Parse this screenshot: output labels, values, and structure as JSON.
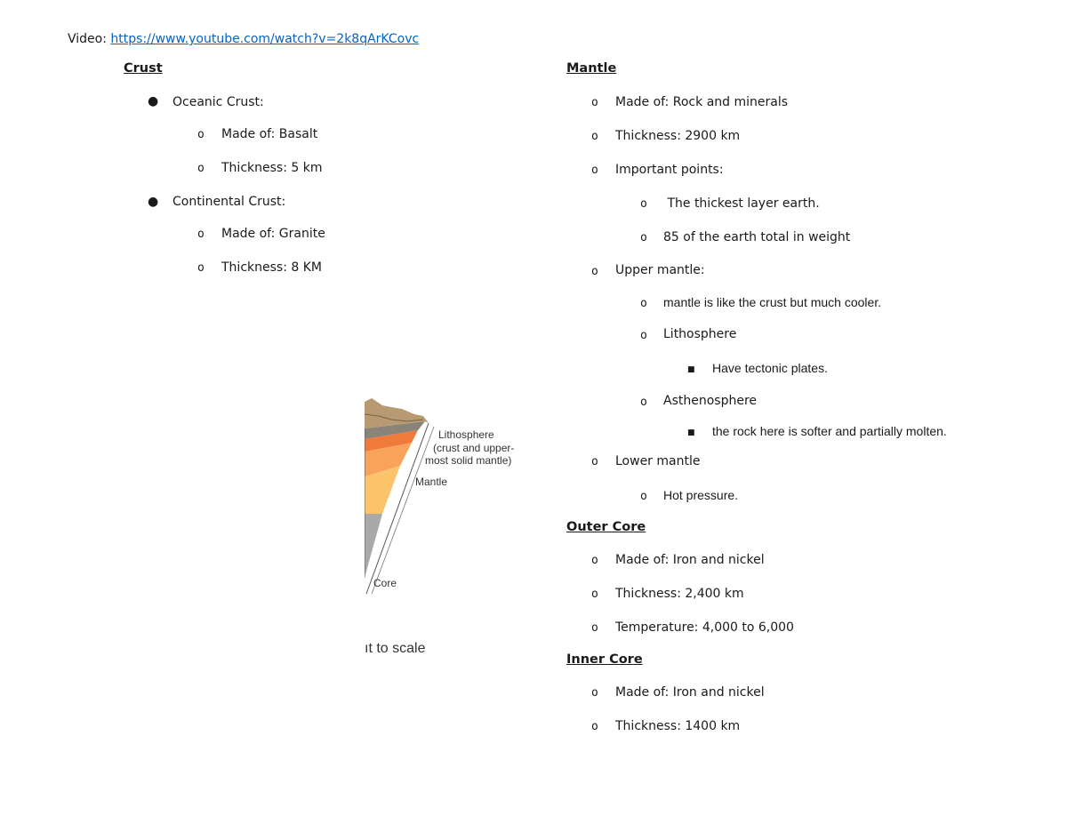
{
  "video": {
    "label": "Video:",
    "url": "https://www.youtube.com/watch?v=2k8qArKCovc"
  },
  "crust": {
    "heading": "Crust",
    "oceanic": {
      "label": "Oceanic Crust:",
      "made_of": "Made of: Basalt",
      "thickness": "Thickness: 5 km"
    },
    "continental": {
      "label": "Continental Crust:",
      "made_of": "Made of: Granite",
      "thickness": "Thickness: 8 KM"
    }
  },
  "mantle": {
    "heading": "Mantle",
    "made_of": "Made of: Rock and minerals",
    "thickness": "Thickness: 2900 km",
    "important_points": {
      "label": "Important points:",
      "items": [
        " The thickest layer earth.",
        "85 of the earth total in weight"
      ]
    },
    "upper_mantle": {
      "label": "Upper mantle:",
      "note": "mantle is like the crust but much cooler.",
      "lithosphere": {
        "label": "Lithosphere",
        "detail": "Have tectonic plates."
      },
      "asthenosphere": {
        "label": "Asthenosphere",
        "detail": "the rock here is softer and partially molten."
      }
    },
    "lower_mantle": {
      "label": "Lower mantle",
      "detail": "Hot pressure."
    }
  },
  "outer_core": {
    "heading": "Outer Core",
    "made_of": "Made of: Iron and nickel",
    "thickness": "Thickness: 2,400 km",
    "temperature": "Temperature: 4,000 to 6,000"
  },
  "inner_core": {
    "heading": "Inner Core",
    "made_of": "Made of: Iron and nickel",
    "thickness": "Thickness: 1400 km"
  },
  "diagram": {
    "label_lithosphere": [
      "Lithosphere",
      "(crust and upper-",
      "most solid mantle)"
    ],
    "label_mantle": "Mantle",
    "label_core": "Core",
    "caption": "ıt to scale",
    "colors": {
      "rock": "#b89a72",
      "crust": "#8a8478",
      "mantle_upper": "#f07a3a",
      "mantle_mid": "#f7a35c",
      "mantle_lower": "#fbc46a",
      "core": "#a9a9a9"
    }
  }
}
